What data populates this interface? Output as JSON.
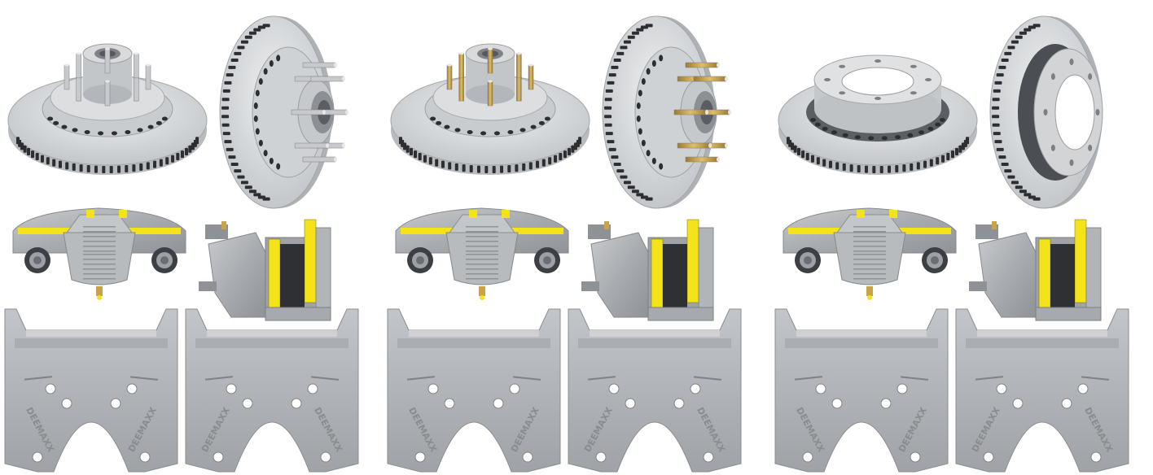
{
  "brand_stamp": "DEEMAXX",
  "colors": {
    "background": "#ffffff",
    "rotor": "#d9dbdd",
    "rotor_dark": "#a8abaf",
    "vent": "#2c2e31",
    "caliper": "#b3b5b8",
    "pad": "#f5e31a",
    "bracket": "#aeb1b5",
    "stud_gold": "#c9a24a",
    "stud_silver": "#c7c9cc"
  },
  "kits": [
    {
      "id": "kit-1",
      "rotor": "hub-rotor",
      "studs": "silver",
      "caliper_pads": "yellow",
      "bracket": "mounting-bracket"
    },
    {
      "id": "kit-2",
      "rotor": "hub-rotor",
      "studs": "gold",
      "caliper_pads": "yellow",
      "bracket": "mounting-bracket"
    },
    {
      "id": "kit-3",
      "rotor": "hubless-rotor",
      "studs": "none",
      "caliper_pads": "yellow",
      "bracket": "mounting-bracket"
    }
  ]
}
